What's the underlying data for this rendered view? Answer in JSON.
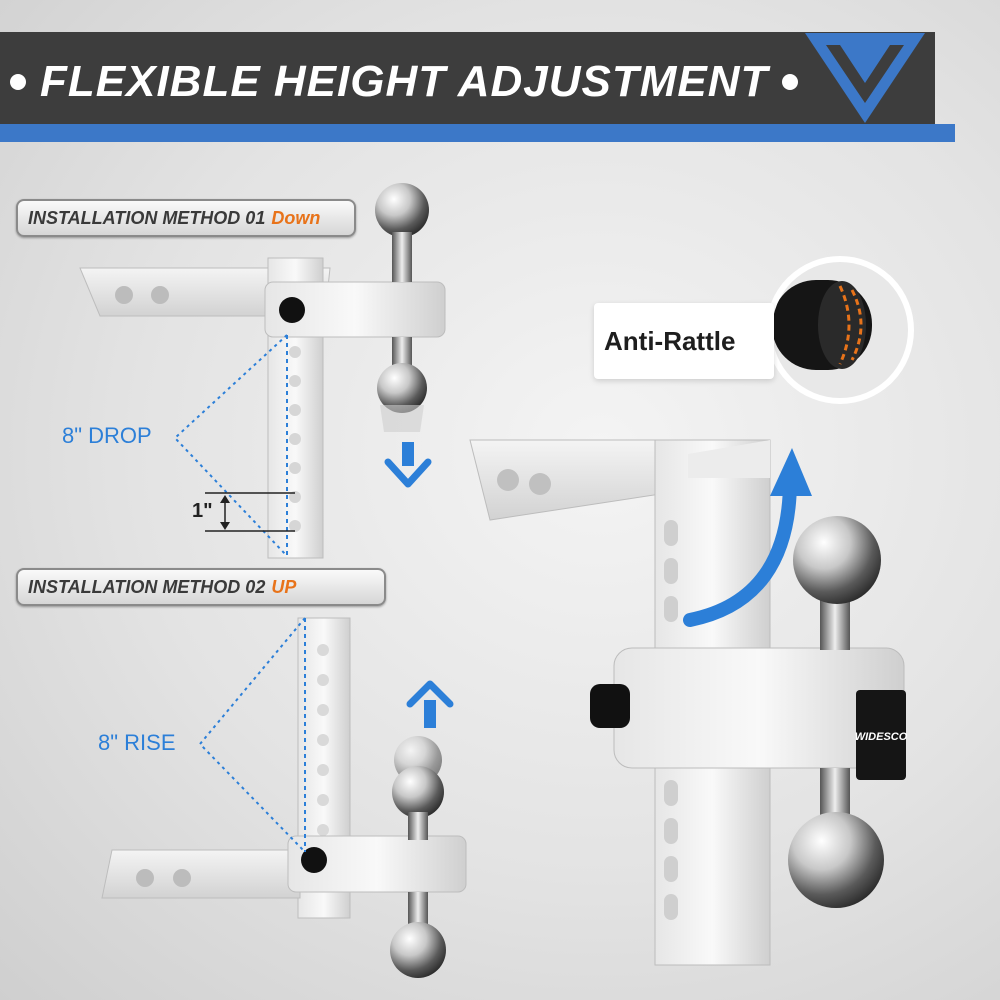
{
  "banner": {
    "title": "FLEXIBLE HEIGHT ADJUSTMENT",
    "background_color": "#3d3d3d",
    "stripe_color": "#3c78c8",
    "logo_icon": "v-chevron-logo"
  },
  "method_down": {
    "label": "INSTALLATION METHOD 01",
    "direction": "Down",
    "measure_label": "8\" DROP",
    "step_label": "1\"",
    "arrow_icon": "arrow-down-icon"
  },
  "method_up": {
    "label": "INSTALLATION METHOD 02",
    "direction": "UP",
    "measure_label": "8\" RISE",
    "arrow_icon": "arrow-up-icon"
  },
  "feature": {
    "callout": "Anti-Rattle",
    "badge_text": "WIDESCO",
    "curved_arrow_icon": "curved-arrow-up-icon"
  },
  "colors": {
    "accent_orange": "#e8731a",
    "dimension_blue": "#2c7fd8"
  }
}
